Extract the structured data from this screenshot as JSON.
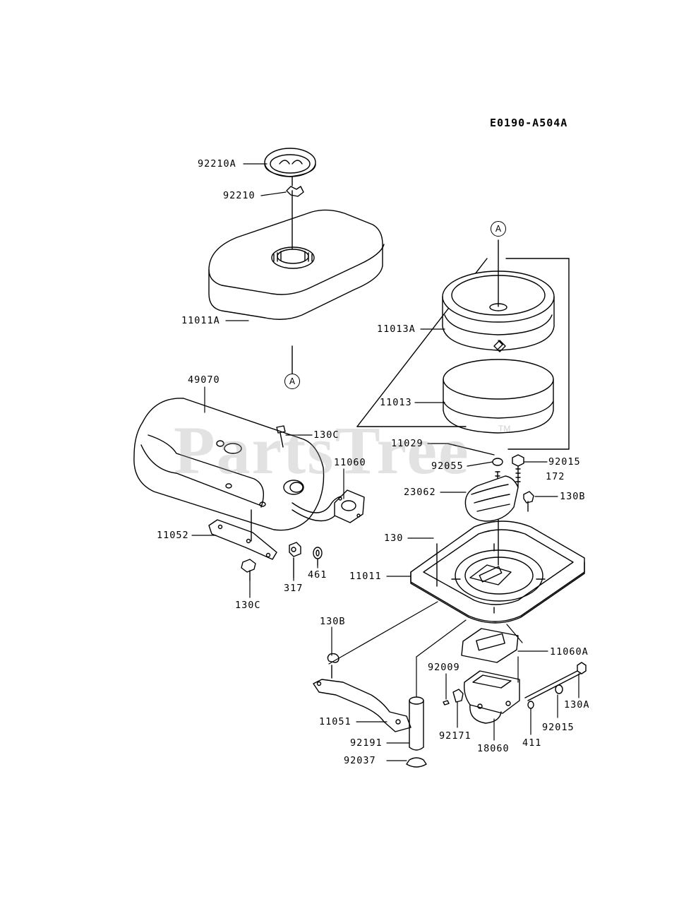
{
  "diagram_code": "E0190-A504A",
  "watermark": {
    "text": "PartsTree",
    "trademark": "TM"
  },
  "reference_marker": "A",
  "parts": {
    "cap": "92210A",
    "clip": "92210",
    "cover": "11011A",
    "element_outer": "11013A",
    "element_inner": "11013",
    "muffler": "49070",
    "bolt_muffler_top": "130C",
    "gasket_muffler": "11060",
    "muffler_bracket": "11052",
    "bolt_muffler_bottom": "130C",
    "nut_317": "317",
    "nut_461": "461",
    "part_11029": "11029",
    "washer_92055": "92055",
    "nut_92015_top": "92015",
    "stud_172": "172",
    "breather_23062": "23062",
    "bolt_130B_right": "130B",
    "bolt_130": "130",
    "case_11011": "11011",
    "bolt_130B_left": "130B",
    "gasket_11060A": "11060A",
    "part_92009": "92009",
    "bolt_130A": "130A",
    "stay_11051": "11051",
    "part_92171": "92171",
    "nut_92015_bottom": "92015",
    "hose_92191": "92191",
    "washer_411": "411",
    "elbow_18060": "18060",
    "clamp_92037": "92037"
  }
}
